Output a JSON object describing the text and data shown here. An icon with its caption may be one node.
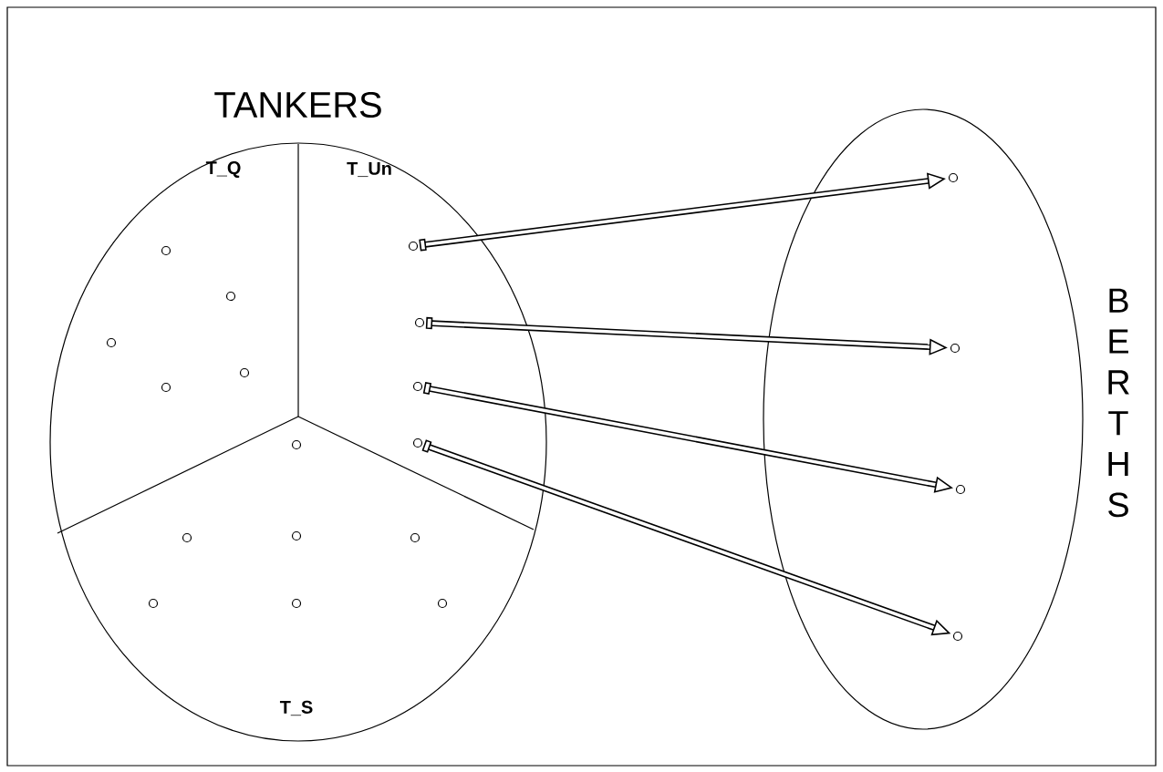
{
  "diagram": {
    "nodes": [
      {
        "text": [
          "TANKERS"
        ]
      },
      {
        "text": [],
        "shape": "circle",
        "in": 0
      },
      {
        "text": [],
        "shape": "circle",
        "in": 0
      },
      {
        "text": [],
        "shape": "circle",
        "in": 0
      },
      {
        "text": [],
        "shape": "circle",
        "in": 0
      },
      {
        "text": [],
        "shape": "circle",
        "in": 0
      },
      {
        "text": [],
        "shape": "circle",
        "in": 0
      },
      {
        "text": [],
        "shape": "circle",
        "in": 0
      },
      {
        "text": [],
        "shape": "circle",
        "in": 0
      },
      {
        "text": [],
        "shape": "circle",
        "in": 0
      },
      {
        "text": [],
        "shape": "circle",
        "in": 0
      },
      {
        "text": [],
        "shape": "circle",
        "in": 0
      },
      {
        "text": [],
        "shape": "circle",
        "in": 0
      },
      {
        "text": [],
        "shape": "circle",
        "in": 0
      },
      {
        "text": [],
        "shape": "circle",
        "in": 0
      },
      {
        "text": [],
        "shape": "circle",
        "in": 0
      },
      {
        "text": [],
        "shape": "circle",
        "in": 0
      },
      {
        "text": [
          "BERTHS"
        ]
      },
      {
        "text": [],
        "shape": "circle",
        "in": 17
      },
      {
        "text": [],
        "shape": "circle",
        "in": 17
      },
      {
        "text": [],
        "shape": "circle",
        "in": 17
      },
      {
        "text": [],
        "shape": "circle",
        "in": 17
      }
    ],
    "edges": [
      {
        "from": 6,
        "to": 18,
        "arrow": "to"
      },
      {
        "from": 7,
        "to": 19,
        "arrow": "to"
      },
      {
        "from": 8,
        "to": 20,
        "arrow": "to"
      },
      {
        "from": 9,
        "to": 21,
        "arrow": "to"
      }
    ],
    "labels": [
      "T_Q",
      "T_Un",
      "T_S"
    ]
  }
}
